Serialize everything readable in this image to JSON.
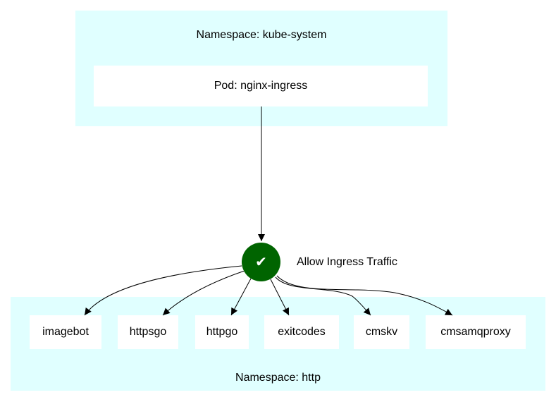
{
  "source_namespace": {
    "label": "Namespace: kube-system",
    "pod_label": "Pod: nginx-ingress"
  },
  "policy": {
    "icon": "check-icon",
    "symbol": "✔",
    "label": "Allow Ingress Traffic",
    "color": "#006400"
  },
  "target_namespace": {
    "label": "Namespace: http",
    "services": [
      "imagebot",
      "httpsgo",
      "httpgo",
      "exitcodes",
      "cmskv",
      "cmsamqproxy"
    ]
  },
  "colors": {
    "cluster_fill": "#e0ffff",
    "node_fill": "#ffffff",
    "edge": "#000000"
  }
}
